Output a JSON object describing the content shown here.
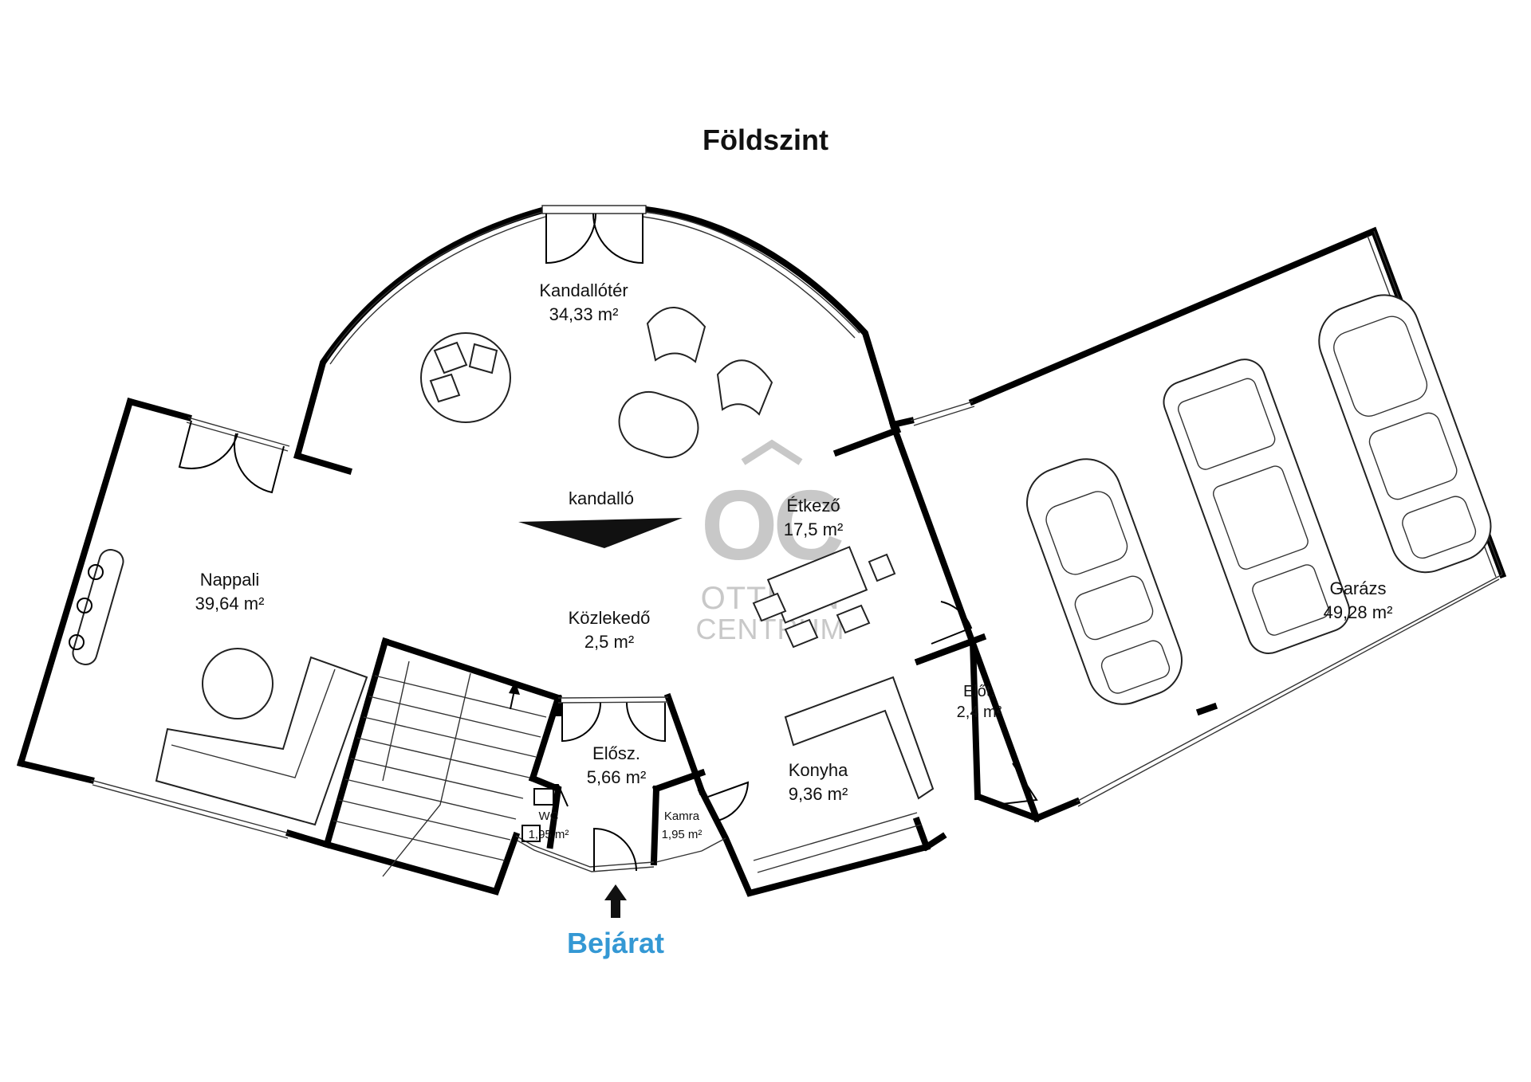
{
  "title": "Földszint",
  "entrance": {
    "label": "Bejárat",
    "color": "#3498d4"
  },
  "watermark": {
    "line1": "OTTHON",
    "line2": "CENTRUM",
    "monogram": "OC",
    "color": "#c9c9c9"
  },
  "rooms": {
    "kandallo_ter": {
      "name": "Kandallótér",
      "area": "34,33 m²"
    },
    "nappali": {
      "name": "Nappali",
      "area": "39,64 m²"
    },
    "etkezo": {
      "name": "Étkező",
      "area": "17,5 m²"
    },
    "kozlekedo": {
      "name": "Közlekedő",
      "area": "2,5 m²"
    },
    "eloszoba": {
      "name": "Elősz.",
      "area": "5,66 m²"
    },
    "wc": {
      "name": "WC",
      "area": "1,95 m²"
    },
    "kamra": {
      "name": "Kamra",
      "area": "1,95 m²"
    },
    "konyha": {
      "name": "Konyha",
      "area": "9,36 m²"
    },
    "elot": {
      "name": "Előt.",
      "area": "2,4 m²"
    },
    "garazs": {
      "name": "Garázs",
      "area": "49,28 m²"
    }
  },
  "fireplace": {
    "label": "kandalló"
  }
}
